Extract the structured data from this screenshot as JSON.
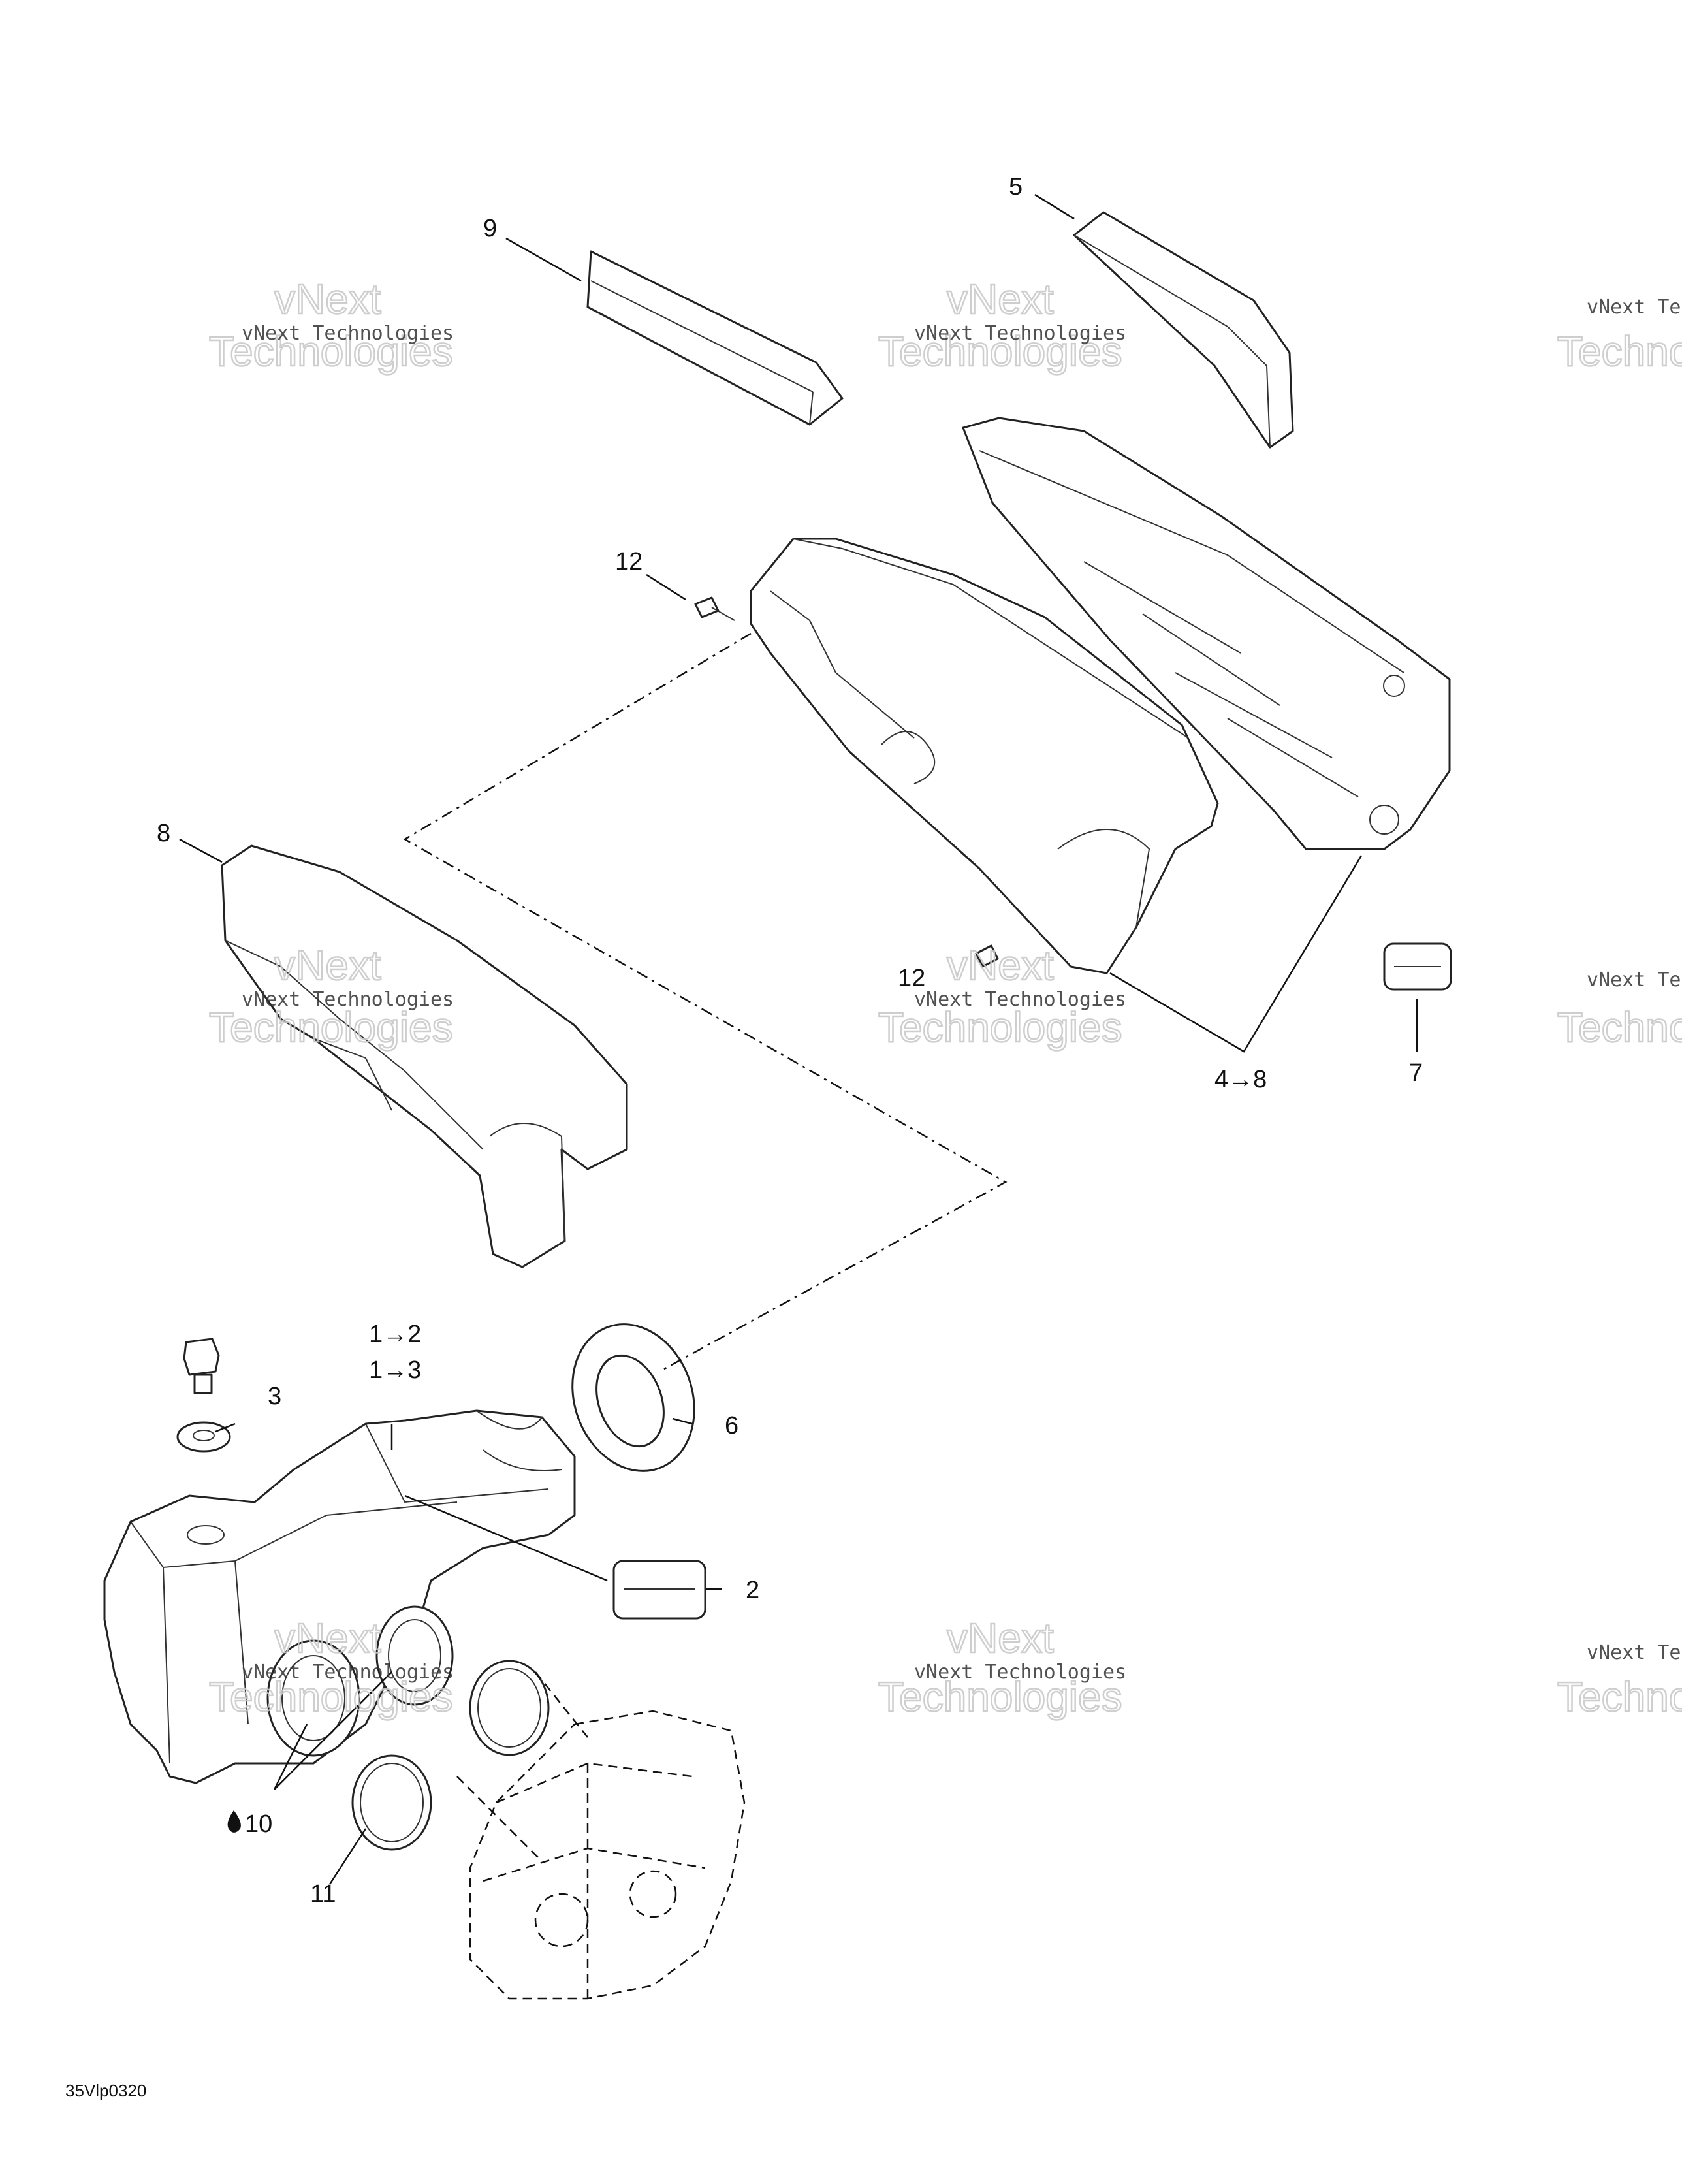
{
  "diagram": {
    "callouts": [
      {
        "id": "c9",
        "text": "9"
      },
      {
        "id": "c5",
        "text": "5"
      },
      {
        "id": "c12a",
        "text": "12"
      },
      {
        "id": "c8",
        "text": "8"
      },
      {
        "id": "c12b",
        "text": "12"
      },
      {
        "id": "c48",
        "text": "4→8"
      },
      {
        "id": "c7",
        "text": "7"
      },
      {
        "id": "c12_2",
        "text": "1→2"
      },
      {
        "id": "c13",
        "text": "1→3"
      },
      {
        "id": "c3",
        "text": "3"
      },
      {
        "id": "c6",
        "text": "6"
      },
      {
        "id": "c2",
        "text": "2"
      },
      {
        "id": "c10",
        "text": "10"
      },
      {
        "id": "c11",
        "text": "11"
      }
    ],
    "drawing_code": "35Vlp0320",
    "watermark": {
      "line1": "vNext Technologies",
      "line2": "Technologies",
      "line3": "vNext"
    }
  }
}
